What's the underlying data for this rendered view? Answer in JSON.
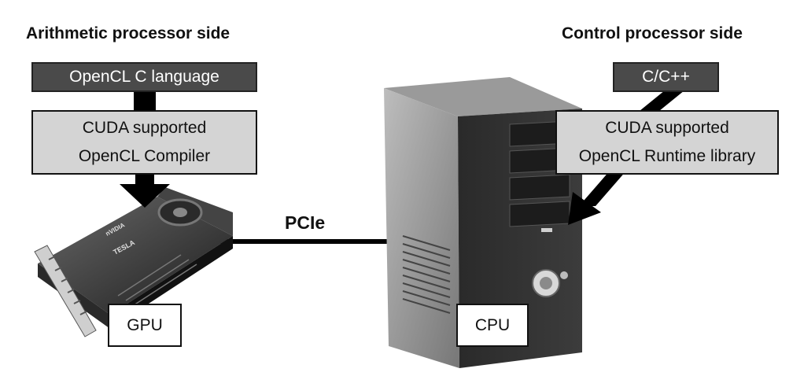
{
  "left": {
    "heading": "Arithmetic processor side",
    "language_box": "OpenCL C language",
    "compiler_box": {
      "line1": "CUDA supported",
      "line2": "OpenCL Compiler"
    },
    "device_label": "GPU"
  },
  "right": {
    "heading": "Control processor side",
    "language_box": "C/C++",
    "runtime_box": {
      "line1": "CUDA supported",
      "line2": "OpenCL Runtime library"
    },
    "device_label": "CPU"
  },
  "link_label": "PCIe",
  "gpu_branding": {
    "logo_text": "nVIDIA",
    "model_text": "TESLA"
  },
  "colors": {
    "dark_box": "#4a4a4a",
    "light_box": "#d4d4d4",
    "arrow": "#000000"
  }
}
